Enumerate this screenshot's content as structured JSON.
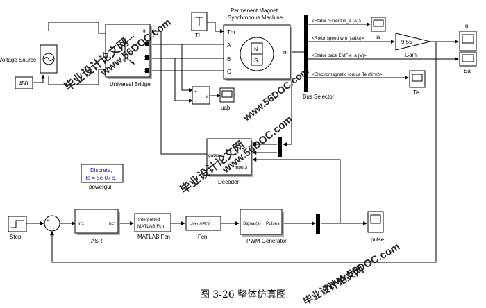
{
  "blocks": {
    "voltage_source": "Voltage Source",
    "const_450": "450",
    "universal_bridge": "Universal Bridge",
    "bridge_port_g": "g",
    "bridge_port_a": "A",
    "bridge_port_b": "B",
    "bridge_port_c": "C",
    "tl": "TL",
    "pmsm_title_1": "Permanent Magnet",
    "pmsm_title_2": "Synchronous Machine",
    "pmsm_tm": "Tm",
    "pmsm_a": "A",
    "pmsm_b": "B",
    "pmsm_c": "C",
    "pmsm_m": "m",
    "pmsm_n": "N",
    "pmsm_s": "S",
    "sum_plus": "+",
    "sum_minus": "-",
    "sum_v": "v",
    "uab": "uab",
    "bus_label": "Bus Selector",
    "sig_current": "<Stator current is_a (A)>",
    "sig_speed": "<Rotor speed wm (rad/s)>",
    "sig_emf": "<Stator back EMF e_a (V)>",
    "sig_torque": "<Electromagnetic torque Te (N*m)>",
    "ia": "ia",
    "gain_value": "9.55",
    "gain": "Gain",
    "n": "n",
    "ea": "Ea",
    "te": "Te",
    "decoder": "Decoder",
    "decoder_in3": "Input3",
    "decoder_gates": "gates",
    "powergui_line1": "Discrete,",
    "powergui_line2": "Ts = 5e-07 s.",
    "powergui": "powergui",
    "step": "Step",
    "sum2_plus": "+",
    "sum2_minus": "-",
    "asr_in": "In1",
    "asr_out": "uc*",
    "asr": "ASR",
    "matlab_fcn_line1": "Interpreted",
    "matlab_fcn_line2": "MATLAB Fcn",
    "matlab_fcn": "MATLAB Fcn",
    "fcn_expr": "-1+u/1500",
    "fcn": "Fcn",
    "pwm_in": "Signal(s)",
    "pwm_out": "Pulses",
    "pwm": "PWM Generator",
    "pulse": "pulse"
  },
  "caption": "图 3-26 整体仿真图",
  "watermarks": [
    "毕业设计论文网",
    "www.56DOC.com"
  ],
  "colors": {
    "block_border": "#000000",
    "watermark": "#e01010",
    "powergui_text": "#1a1aa6",
    "bus": "#000000"
  }
}
